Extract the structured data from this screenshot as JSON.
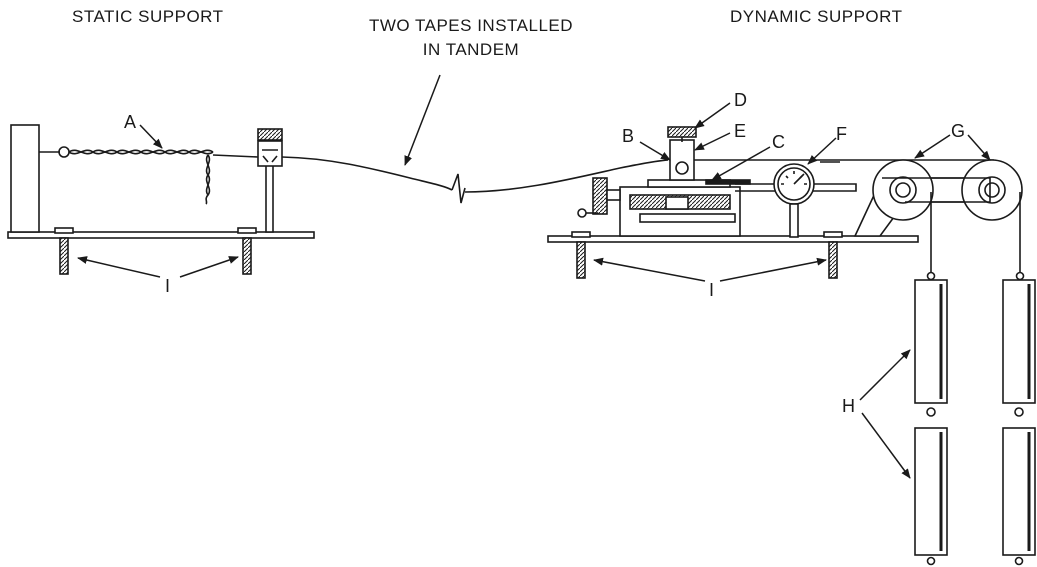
{
  "titles": {
    "static_support": "STATIC SUPPORT",
    "dynamic_support": "DYNAMIC SUPPORT",
    "tandem_line1": "TWO TAPES INSTALLED",
    "tandem_line2": "IN TANDEM"
  },
  "labels": {
    "A": "A",
    "B": "B",
    "C": "C",
    "D": "D",
    "E": "E",
    "F": "F",
    "G": "G",
    "H": "H",
    "I_left": "I",
    "I_right": "I"
  },
  "colors": {
    "ink": "#1a1a1a",
    "background": "#ffffff"
  }
}
